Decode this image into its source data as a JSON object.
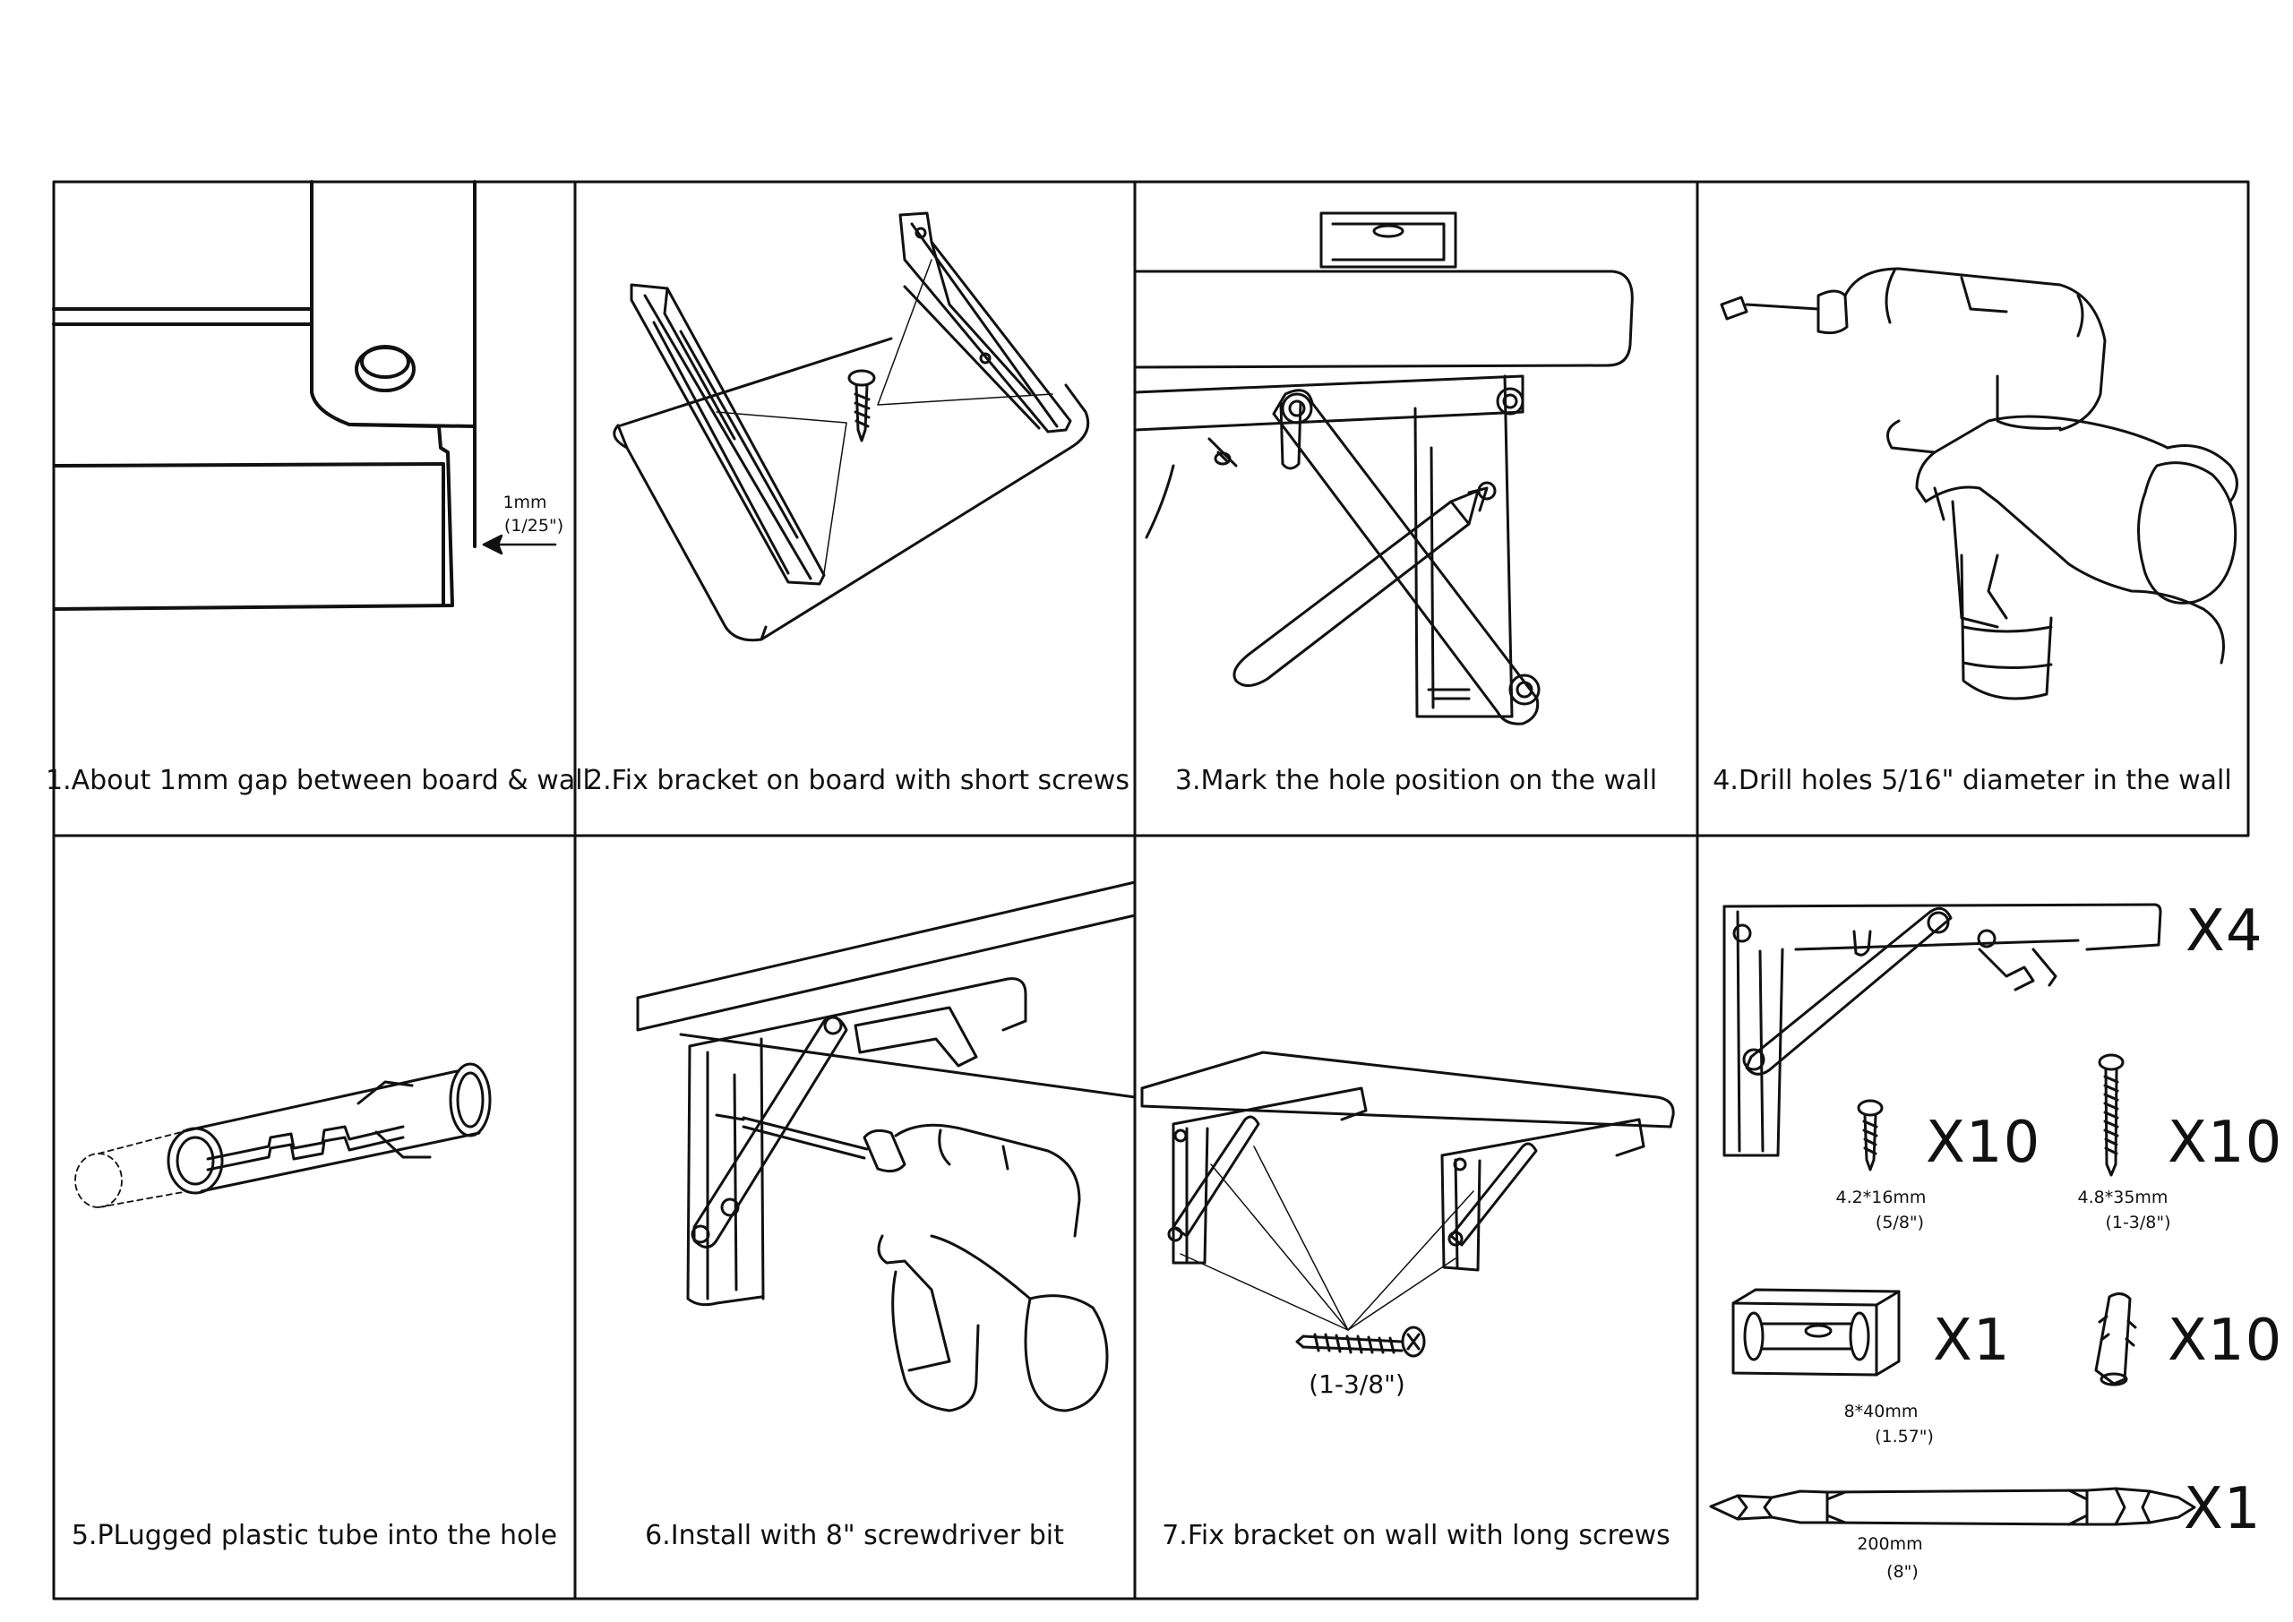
{
  "steps": [
    {
      "caption": "1.About 1mm gap between board & wall"
    },
    {
      "caption": "2.Fix bracket on board with short screws"
    },
    {
      "caption": "3.Mark the hole position on the wall"
    },
    {
      "caption": "4.Drill holes 5/16\" diameter in the wall"
    },
    {
      "caption": "5.PLugged plastic tube into the hole"
    },
    {
      "caption": "6.Install with 8\" screwdriver bit"
    },
    {
      "caption": "7.Fix bracket on wall with long screws"
    }
  ],
  "gap_note": {
    "metric": "1mm",
    "imperial": "(1/25\")"
  },
  "long_screw_note": "(1-3/8\")",
  "parts": {
    "bracket": {
      "qty": "X4"
    },
    "short_screw": {
      "qty": "X10",
      "size": "4.2*16mm",
      "imperial": "(5/8\")"
    },
    "long_screw": {
      "qty": "X10",
      "size": "4.8*35mm",
      "imperial": "(1-3/8\")"
    },
    "level": {
      "qty": "X1"
    },
    "anchor": {
      "qty": "X10",
      "size": "8*40mm",
      "imperial": "(1.57\")"
    },
    "bit": {
      "qty": "X1",
      "size": "200mm",
      "imperial": "(8\")"
    }
  }
}
